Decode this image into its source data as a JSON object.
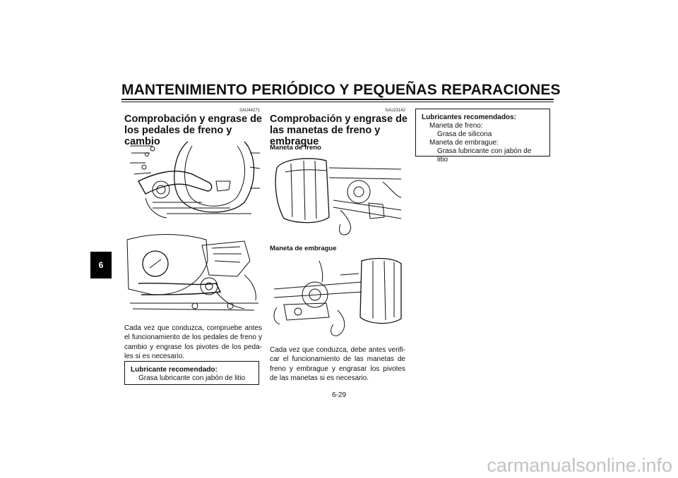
{
  "header": {
    "title": "MANTENIMIENTO PERIÓDICO Y PEQUEÑAS REPARACIONES"
  },
  "chapter_tab": "6",
  "left_column": {
    "code": "SAU44271",
    "title": "Comprobación y engrase de los pedales de freno y cambio",
    "paragraph": "Cada vez que conduzca, compruebe antes el funcionamiento de los pedales de freno y cambio y engrase los pivotes de los peda-les si es necesario.",
    "lubricant_box": {
      "heading": "Lubricante recomendado:",
      "line1": "Grasa lubricante con jabón de litio"
    }
  },
  "middle_column": {
    "code": "SAU23142",
    "title": "Comprobación y engrase de las manetas de freno y embrague",
    "brake_label": "Maneta de freno",
    "clutch_label": "Maneta de embrague",
    "paragraph": "Cada vez que conduzca, debe antes verifi-car el funcionamiento de las manetas de freno y embrague y engrasar los pivotes de las manetas si es necesario."
  },
  "right_column": {
    "lubricant_box": {
      "heading": "Lubricantes recomendados:",
      "brake_label": "Maneta de freno:",
      "brake_value": "Grasa de silicona",
      "clutch_label": "Maneta de embrague:",
      "clutch_value": "Grasa lubricante con jabón de litio"
    }
  },
  "page_number": "6-29",
  "watermark": "carmanualsonline.info"
}
